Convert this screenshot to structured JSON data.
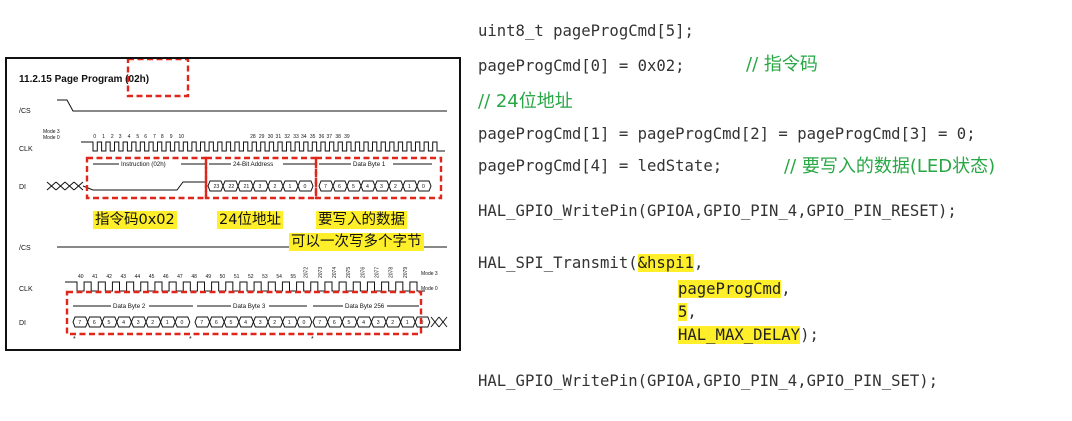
{
  "diagram": {
    "section_title": "11.2.15   Page Program (02h)",
    "signals": {
      "cs": "/CS",
      "clk": "CLK",
      "di": "DI"
    },
    "modes": {
      "mode3": "Mode 3",
      "mode0": "Mode 0"
    },
    "top_clock_numbers": [
      "0",
      "1",
      "2",
      "3",
      "4",
      "5",
      "6",
      "7",
      "8",
      "9",
      "10",
      "28",
      "29",
      "30",
      "31",
      "32",
      "33",
      "34",
      "35",
      "36",
      "37",
      "38",
      "39"
    ],
    "bottom_clock_numbers": [
      "40",
      "41",
      "42",
      "43",
      "44",
      "45",
      "46",
      "47",
      "48",
      "49",
      "50",
      "51",
      "52",
      "53",
      "54",
      "55",
      "2072",
      "2073",
      "2074",
      "2075",
      "2076",
      "2077",
      "2078",
      "2079"
    ],
    "field_labels": {
      "instruction": "Instruction (02h)",
      "address": "24-Bit Address",
      "byte1": "Data Byte 1",
      "byte2": "Data Byte 2",
      "byte3": "Data Byte 3",
      "byte256": "Data Byte 256"
    },
    "address_bits": [
      "23",
      "22",
      "21",
      "3",
      "2",
      "1",
      "0"
    ],
    "data_bits": [
      "7",
      "6",
      "5",
      "4",
      "3",
      "2",
      "1",
      "0"
    ],
    "star": "*",
    "annotations": {
      "instr_note": "指令码0x02",
      "addr_note": "24位地址",
      "data_note": "要写入的数据",
      "multi_note": "可以一次写多个字节"
    }
  },
  "code": {
    "line1": "uint8_t pageProgCmd[5];",
    "line2": "pageProgCmd[0] = 0x02;",
    "comment_cmd": "// 指令码",
    "comment_addr": "// 24位地址",
    "line3": "pageProgCmd[1] = pageProgCmd[2] = pageProgCmd[3] = 0;",
    "line4": "pageProgCmd[4] = ledState;",
    "comment_data": "// 要写入的数据(LED状态)",
    "line5": "HAL_GPIO_WritePin(GPIOA,GPIO_PIN_4,GPIO_PIN_RESET);",
    "transmit_prefix": "HAL_SPI_Transmit(",
    "arg1": "&hspi1",
    "arg1_suffix": ",",
    "arg2": "pageProgCmd",
    "arg2_suffix": ",",
    "arg3": "5",
    "arg3_suffix": ",",
    "arg4": "HAL_MAX_DELAY",
    "arg4_suffix": ");",
    "line6": "HAL_GPIO_WritePin(GPIOA,GPIO_PIN_4,GPIO_PIN_SET);"
  },
  "colors": {
    "highlight": "#ffef2b",
    "dashed_box": "#e0261b",
    "comment": "#28a745"
  }
}
